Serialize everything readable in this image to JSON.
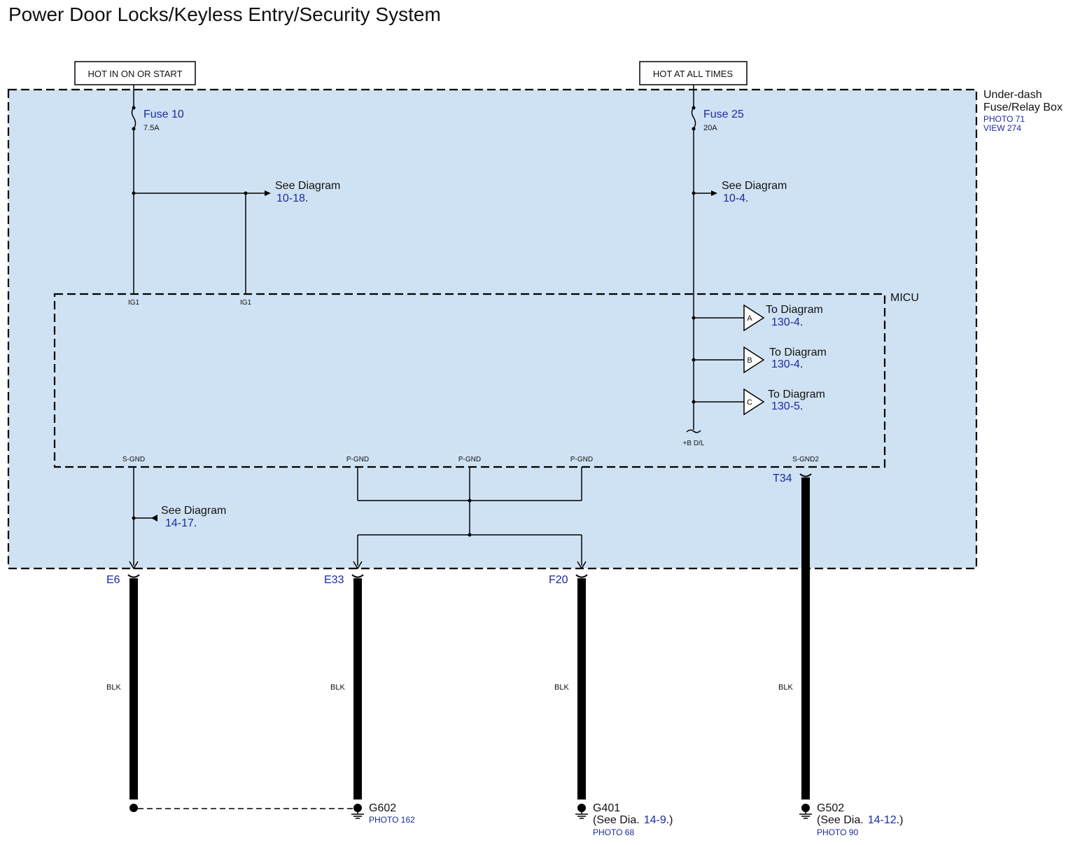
{
  "title": "Power Door Locks/Keyless Entry/Security System",
  "power_sources": {
    "left": "HOT IN ON OR START",
    "right": "HOT AT ALL TIMES"
  },
  "fuse_box": {
    "name_line1": "Under-dash",
    "name_line2": "Fuse/Relay Box",
    "photo": "PHOTO 71",
    "view": "VIEW 274"
  },
  "fuses": {
    "left": {
      "name": "Fuse 10",
      "rating": "7.5A"
    },
    "right": {
      "name": "Fuse 25",
      "rating": "20A"
    }
  },
  "references": {
    "left_see": "See Diagram",
    "left_num": "10-18",
    "right_see": "See Diagram",
    "right_num": "10-4",
    "ground_see": "See Diagram",
    "ground_num": "14-17",
    "period": "."
  },
  "micu": {
    "name": "MICU",
    "pins": {
      "ig1_a": "IG1",
      "ig1_b": "IG1",
      "bdl": "+B D/L",
      "sgnd": "S-GND",
      "pgnd1": "P-GND",
      "pgnd2": "P-GND",
      "pgnd3": "P-GND",
      "sgnd2": "S-GND2"
    },
    "outputs": [
      {
        "letter": "A",
        "text": "To Diagram",
        "num": "130-4"
      },
      {
        "letter": "B",
        "text": "To Diagram",
        "num": "130-4"
      },
      {
        "letter": "C",
        "text": "To Diagram",
        "num": "130-5"
      }
    ]
  },
  "connectors": {
    "e6": "E6",
    "e33": "E33",
    "f20": "F20",
    "t34": "T34"
  },
  "wire_color": "BLK",
  "grounds": {
    "g602": {
      "name": "G602",
      "photo": "PHOTO 162"
    },
    "g401": {
      "name": "G401",
      "see": "(See Dia.",
      "num": "14-9",
      "close": ".)",
      "photo": "PHOTO 68"
    },
    "g502": {
      "name": "G502",
      "see": "(See Dia.",
      "num": "14-12",
      "close": ".)",
      "photo": "PHOTO 90"
    }
  },
  "colors": {
    "box_fill": "#cfe2f3",
    "link_blue": "#1a2aa0",
    "line": "#000000"
  }
}
